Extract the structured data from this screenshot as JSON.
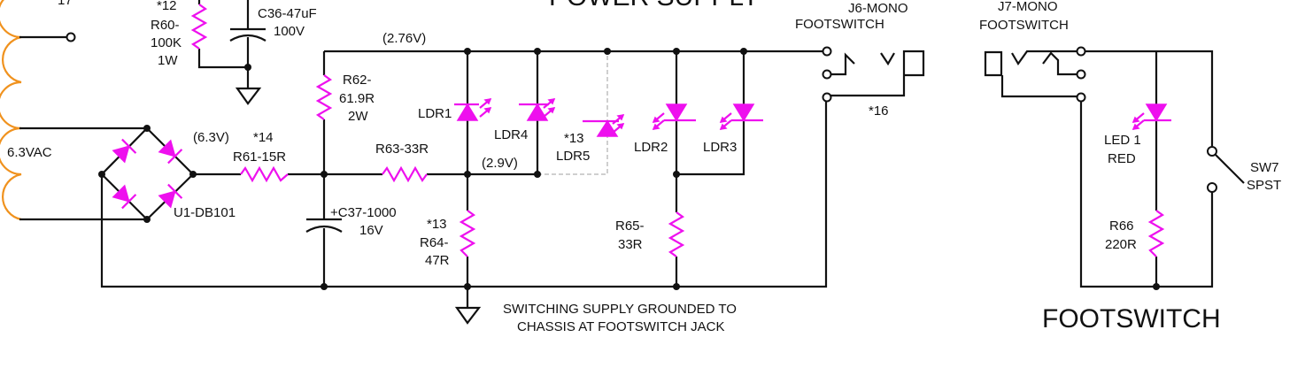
{
  "title_partial": "POWER SUPPLY",
  "section_title": "FOOTSWITCH",
  "colors": {
    "wire": "#111111",
    "component": "#ee10ee",
    "transformer": "#f0921e",
    "optional_wire": "#cfcfcf"
  },
  "labels": {
    "transformer_tap": "17",
    "r60_note": "*12",
    "r60_name": "R60-",
    "r60_value": "100K",
    "r60_power": "1W",
    "c36_name": "C36-47uF",
    "c36_voltage": "100V",
    "rail_voltage": "(2.76V)",
    "r62_name": "R62-",
    "r62_value": "61.9R",
    "r62_power": "2W",
    "ac_input": "6.3VAC",
    "bridge_voltage": "(6.3V)",
    "bridge_name": "U1-DB101",
    "r61_note": "*14",
    "r61_name": "R61-15R",
    "r63_name": "R63-33R",
    "c37_name": "+C37-1000",
    "c37_voltage": "16V",
    "ldr1": "LDR1",
    "ldr4": "LDR4",
    "ldr5_note": "*13",
    "ldr5": "LDR5",
    "ldr2": "LDR2",
    "ldr3": "LDR3",
    "node_voltage": "(2.9V)",
    "r64_note": "*13",
    "r64_name": "R64-",
    "r64_value": "47R",
    "r65_name": "R65-",
    "r65_value": "33R",
    "ground_note_1": "SWITCHING SUPPLY GROUNDED TO",
    "ground_note_2": "CHASSIS AT FOOTSWITCH JACK",
    "j6_name": "J6-MONO",
    "j6_type": "FOOTSWITCH",
    "j6_note": "*16",
    "j7_name": "J7-MONO",
    "j7_type": "FOOTSWITCH",
    "led_name": "LED 1",
    "led_color": "RED",
    "r66_name": "R66",
    "r66_value": "220R",
    "sw7_name": "SW7",
    "sw7_type": "SPST"
  }
}
